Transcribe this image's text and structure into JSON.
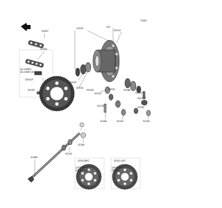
{
  "diagram": {
    "code": "T0008",
    "labels": {
      "l41034": "41034",
      "l92057": "92057",
      "l92055": "92055",
      "l410": "410",
      "l92210": "92210",
      "l92049a": "92049",
      "l92049b": "92049",
      "l92049c": "92049",
      "l92033": "92033",
      "l92045": "92045",
      "l92052": "92052",
      "l92043": "92043",
      "l92153": "92153",
      "l92200": "92200",
      "l92210b": "92210A",
      "l92150": "92150",
      "l92153b": "92153",
      "l11065a": "11065",
      "l11065b": "11065",
      "l92152": "92152",
      "l41068": "41068",
      "l42041": "42041F",
      "l92150b": "92150",
      "l42041a": "42041/B/C",
      "l42041b": "42041 A/D",
      "option_left": "(KLX450R)",
      "option_left2": "(KLX450R UK)",
      "opt_a_1": "(OPT.ONLY)",
      "opt_a_2": "(KL450R/UK)",
      "opt_b_1": "(OPT.ONLY)",
      "opt_b_2": "(STEEL)"
    },
    "icon_names": [
      "arrow-icon",
      "sprocket-icon",
      "hub-icon",
      "axle-icon",
      "chain-icon"
    ]
  }
}
